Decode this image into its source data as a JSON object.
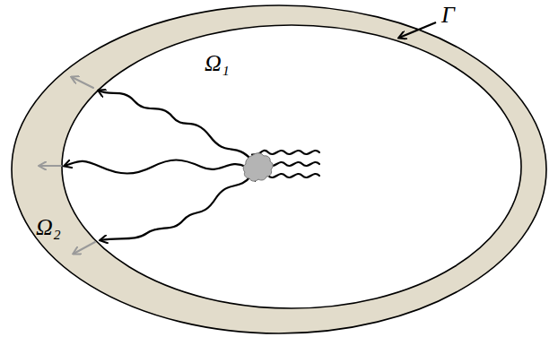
{
  "diagram": {
    "nodes": [
      {
        "text": [
          "Ω₂"
        ]
      },
      {
        "text": [
          "Ω₁"
        ],
        "in": 0
      }
    ],
    "labels": [
      "Γ"
    ]
  }
}
